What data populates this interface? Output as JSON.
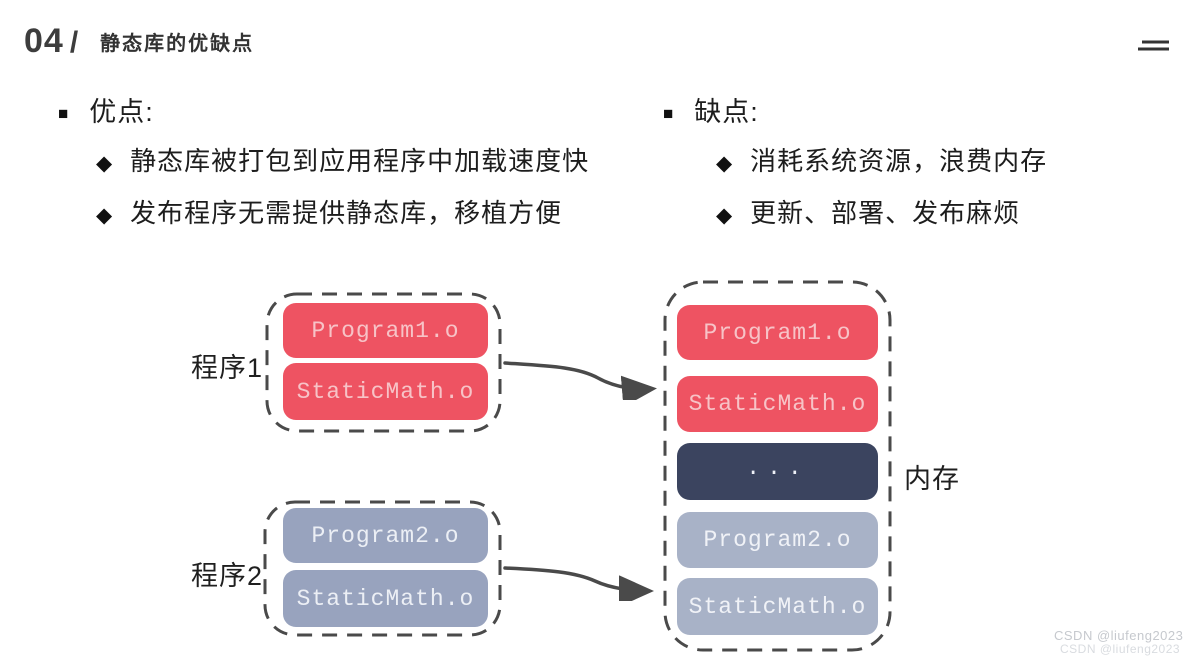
{
  "header": {
    "number": "04",
    "slash": "/",
    "title": "静态库的优缺点"
  },
  "icons": {
    "square_bullet": "■",
    "diamond_bullet": "◆",
    "menu_icon": "hamburger-two-lines"
  },
  "pros": {
    "heading": "优点:",
    "items": [
      "静态库被打包到应用程序中加载速度快",
      "发布程序无需提供静态库，移植方便"
    ]
  },
  "cons": {
    "heading": "缺点:",
    "items": [
      "消耗系统资源，浪费内存",
      "更新、部署、发布麻烦"
    ]
  },
  "diagram": {
    "program1": {
      "label": "程序1",
      "boxes": [
        "Program1.o",
        "StaticMath.o"
      ]
    },
    "program2": {
      "label": "程序2",
      "boxes": [
        "Program2.o",
        "StaticMath.o"
      ]
    },
    "memory": {
      "label": "内存",
      "boxes": [
        "Program1.o",
        "StaticMath.o",
        "...",
        "Program2.o",
        "StaticMath.o"
      ]
    },
    "colors": {
      "object_red": "#ee5362",
      "memory_navy": "#3b445f",
      "object_gray_blue": "#98a3be",
      "object_gray_blue_light": "#a8b2c7",
      "dashed_border": "#4a4a4a"
    }
  },
  "watermark": {
    "line1": "CSDN @liufeng2023",
    "line2": "CSDN @liufeng2023"
  }
}
